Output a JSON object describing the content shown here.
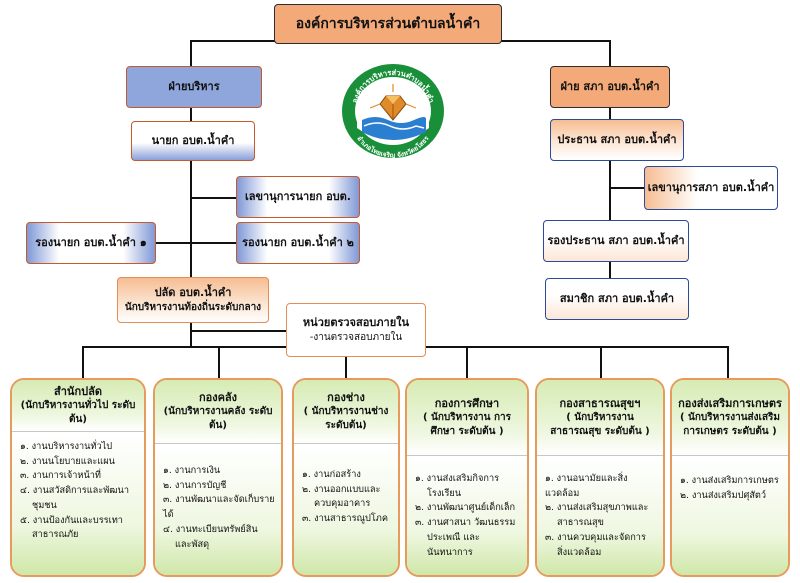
{
  "top": {
    "title": "องค์การบริหารส่วนตำบลน้ำคำ"
  },
  "left": {
    "admin": "ฝ่ายบริหาร",
    "mayor": "นายก อบต.น้ำคำ",
    "secretary": "เลขานุการนายก อบต.",
    "deputy1": "รองนายก อบต.น้ำคำ ๑",
    "deputy2": "รองนายก อบต.น้ำคำ ๒",
    "clerk": "ปลัด อบต.น้ำคำ",
    "clerk_sub": "นักบริหารงานท้องถิ่นระดับกลาง",
    "audit": "หน่วยตรวจสอบภายใน",
    "audit_sub": "-งานตรวจสอบภายใน"
  },
  "right": {
    "council": "ฝ่าย สภา อบต.น้ำคำ",
    "chair": "ประธาน สภา อบต.น้ำคำ",
    "council_secretary": "เลขานุการสภา อบต.น้ำคำ",
    "vice_chair": "รองประธาน สภา อบต.น้ำคำ",
    "member": "สมาชิก สภา อบต.น้ำคำ"
  },
  "logo": {
    "top_text": "องค์การบริหารส่วนตำบลน้ำคำ",
    "bottom_text": "อำเภอไทยเจริญ จังหวัดยโสธร"
  },
  "departments": [
    {
      "title": "สำนักปลัด",
      "subtitle": "(นักบริหารงานทั่วไป ระดับต้น)",
      "items": [
        "๑. งานบริหารงานทั่วไป",
        "๒. งานนโยบายและแผน",
        "๓. งานการเจ้าหน้าที่",
        "๔. งานสวัสดิการและพัฒนา",
        "ชุมชน",
        "๕. งานป้องกันและบรรเทา",
        "สาธารณภัย"
      ]
    },
    {
      "title": "กองคลัง",
      "subtitle": "(นักบริหารงานคลัง ระดับต้น)",
      "items": [
        "๑. งานการเงิน",
        "๒. งานการบัญชี",
        "๓. งานพัฒนาและจัดเก็บรายได้",
        "๔. งานทะเบียนทรัพย์สิน",
        "และพัสดุ"
      ]
    },
    {
      "title": "กองช่าง",
      "subtitle": "( นักบริหารงานช่าง ระดับต้น)",
      "items": [
        "๑. งานก่อสร้าง",
        "๒. งานออกแบบและ",
        "ควบคุมอาคาร",
        "๓. งานสาธารณูปโภค"
      ]
    },
    {
      "title": "กองการศึกษา",
      "subtitle": "( นักบริหารงาน การศึกษา ระดับต้น )",
      "items": [
        "๑. งานส่งเสริมกิจการ",
        "โรงเรียน",
        "๒. งานพัฒนาศูนย์เด็กเล็ก",
        "๓. งานศาสนา วัฒนธรรม",
        "ประเพณี และนันทนาการ"
      ]
    },
    {
      "title": "กองสาธารณสุขฯ",
      "subtitle": "( นักบริหารงาน สาธารณสุข ระดับต้น )",
      "items": [
        "๑. งานอนามัยและสิ่งแวดล้อม",
        "๒. งานส่งเสริมสุขภาพและ",
        "สาธารณสุข",
        "๓. งานควบคุมและจัดการ",
        "สิ่งแวดล้อม"
      ]
    },
    {
      "title": "กองส่งเสริมการเกษตร",
      "subtitle": "( นักบริหารงานส่งเสริม การเกษตร ระดับต้น )",
      "items": [
        "๑. งานส่งเสริมการเกษตร",
        "๒. งานส่งเสริมปศุสัตว์"
      ]
    }
  ]
}
